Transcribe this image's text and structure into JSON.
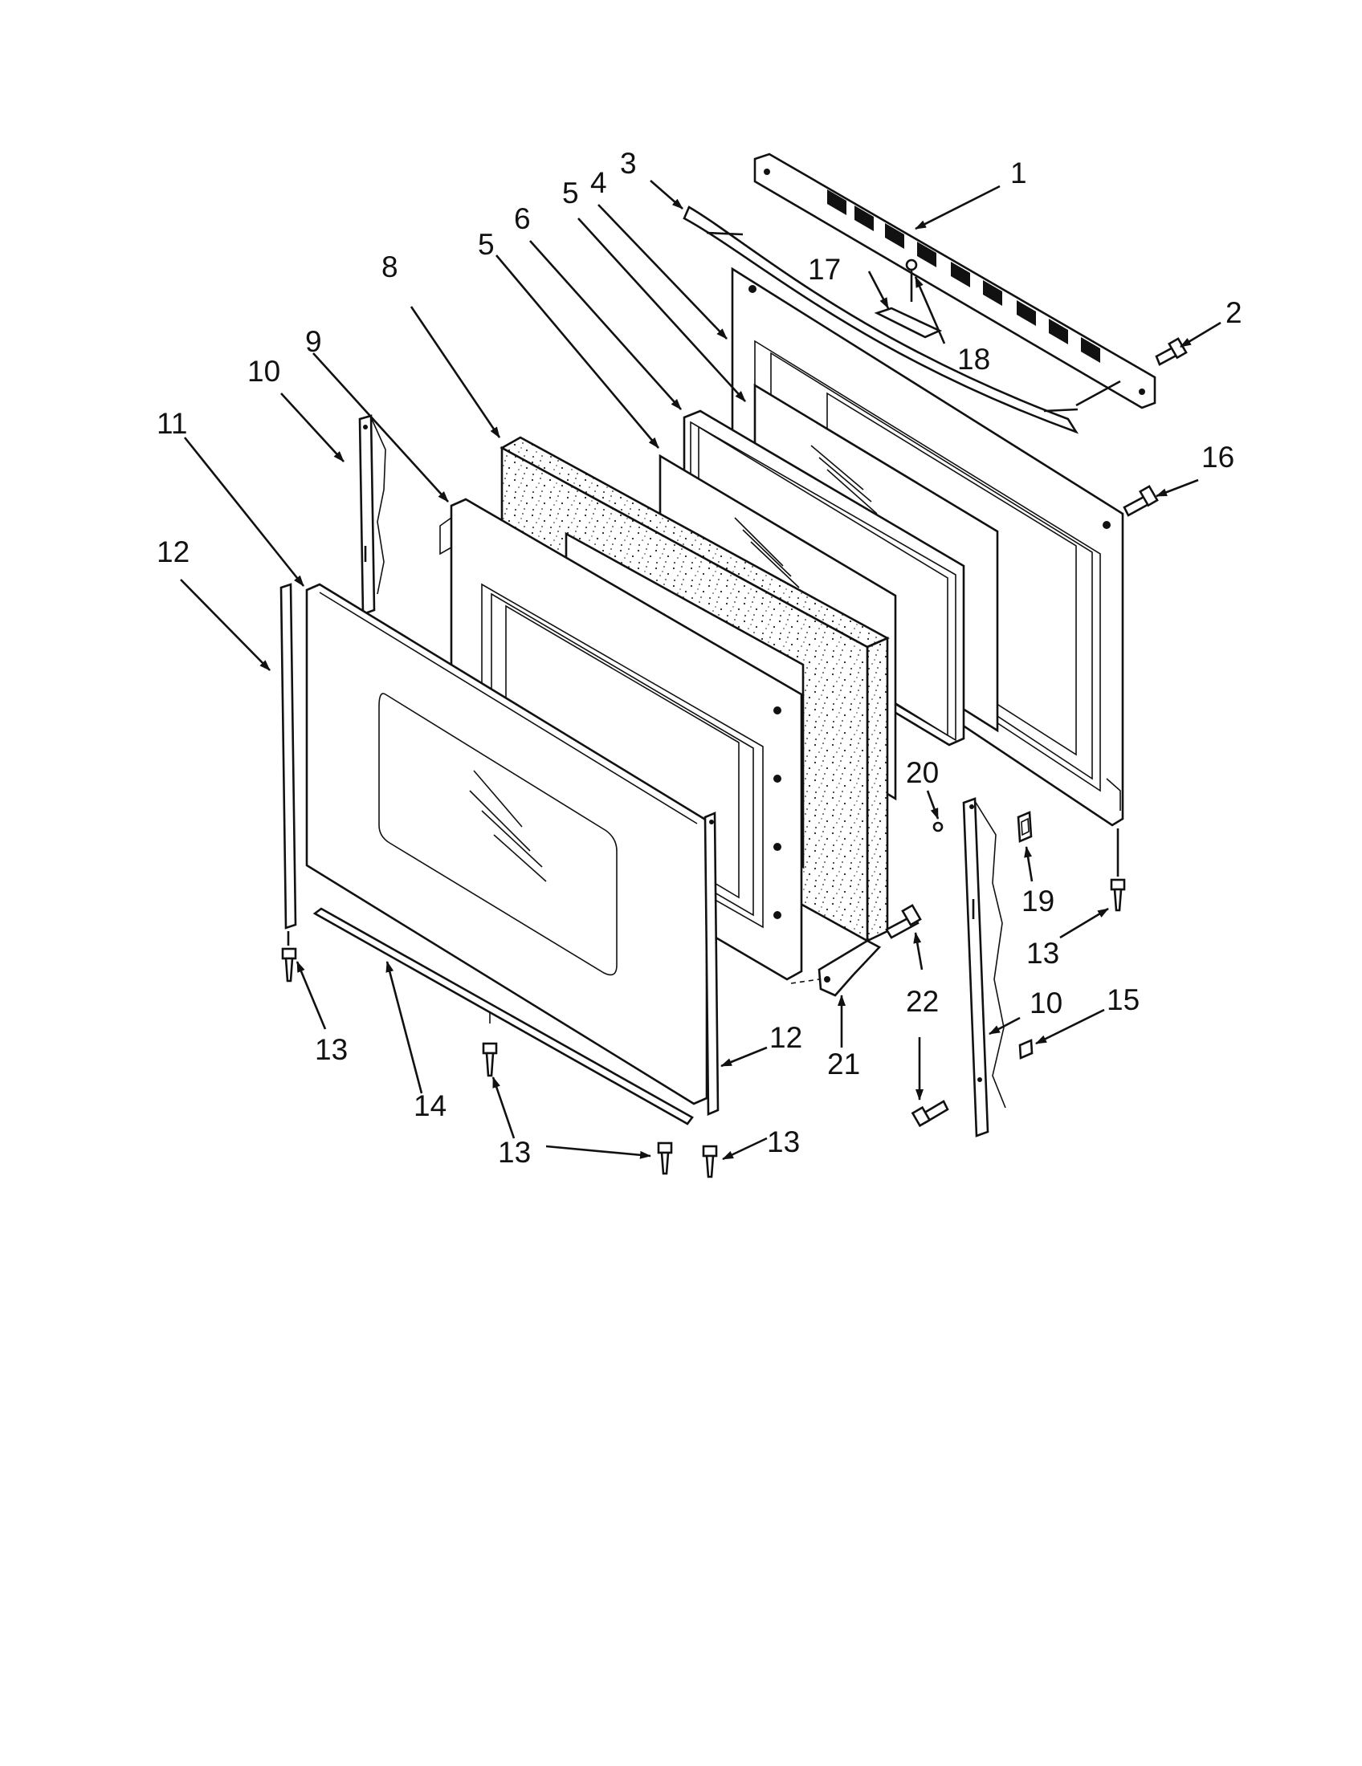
{
  "diagram": {
    "labels": {
      "l1": "1",
      "l2": "2",
      "l3": "3",
      "l4": "4",
      "l5a": "5",
      "l5b": "5",
      "l6": "6",
      "l8": "8",
      "l9": "9",
      "l10a": "10",
      "l10b": "10",
      "l11": "11",
      "l12a": "12",
      "l12b": "12",
      "l13a": "13",
      "l13b": "13",
      "l13c": "13",
      "l13d": "13",
      "l14": "14",
      "l15": "15",
      "l16": "16",
      "l17": "17",
      "l18": "18",
      "l19": "19",
      "l20": "20",
      "l21": "21",
      "l22": "22"
    }
  }
}
